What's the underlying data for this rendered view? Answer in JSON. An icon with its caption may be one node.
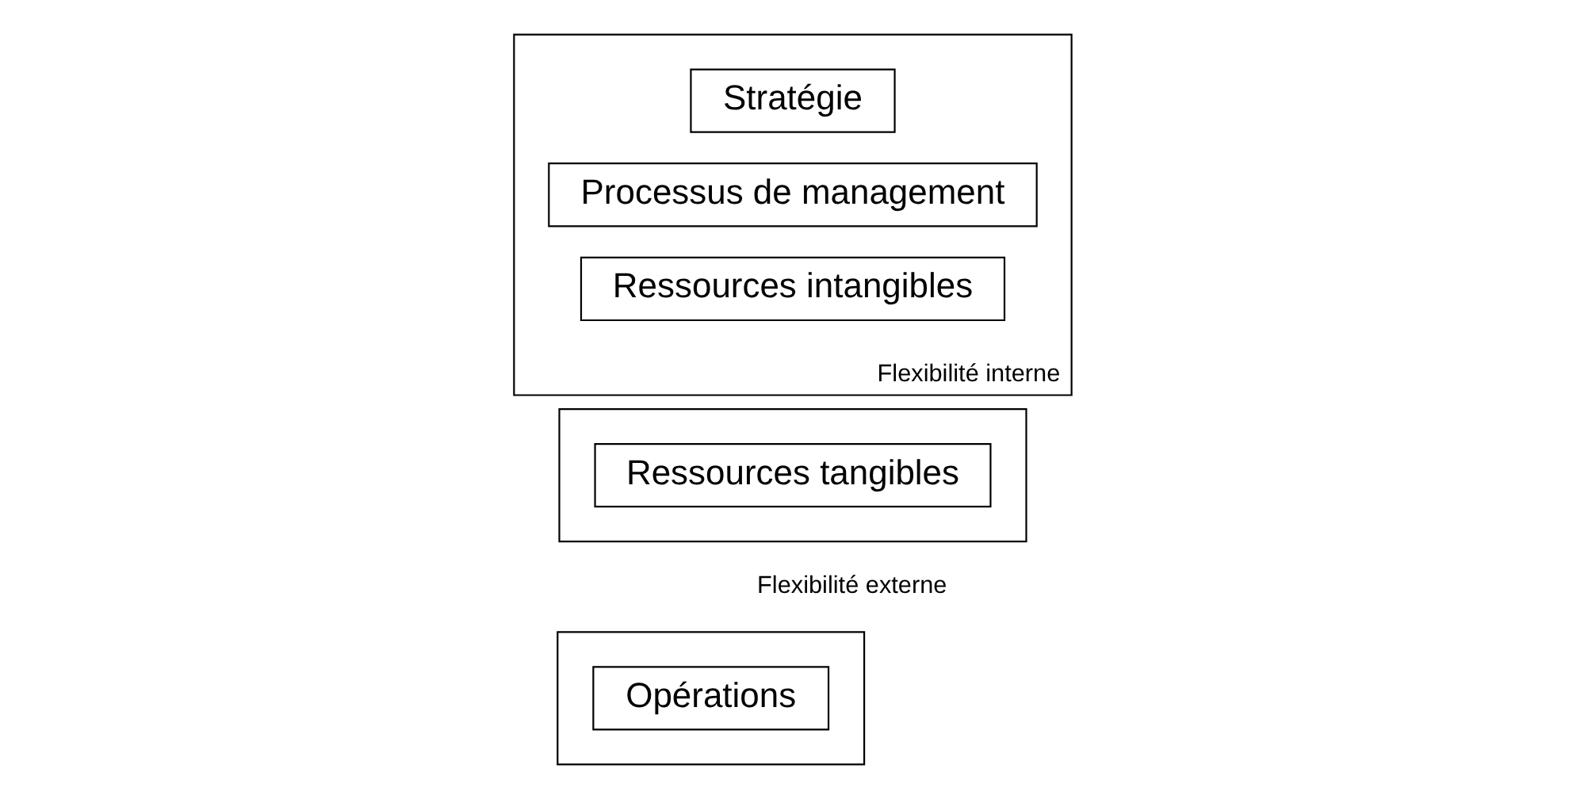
{
  "diagram": {
    "nodes": [
      {
        "text": [
          "Flexibilité interne"
        ]
      },
      {
        "text": [
          "Stratégie"
        ],
        "in": 0
      },
      {
        "text": [
          "Processus de management"
        ],
        "in": 0
      },
      {
        "text": [
          "Ressources intangibles"
        ],
        "in": 0
      },
      {
        "text": [],
        "shape": "box"
      },
      {
        "text": [
          "Ressources tangibles"
        ],
        "in": 4
      },
      {
        "text": [],
        "shape": "box"
      },
      {
        "text": [
          "Opérations"
        ],
        "in": 6
      }
    ],
    "edges": [],
    "labels": [
      "Flexibilité externe"
    ]
  }
}
